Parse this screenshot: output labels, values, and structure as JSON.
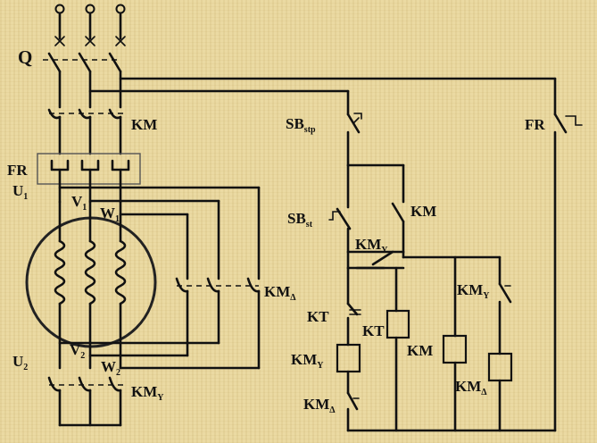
{
  "labels": {
    "q": "Q",
    "fr": "FR",
    "km": "KM",
    "u1": "U",
    "u1_sub": "1",
    "v1": "V",
    "v1_sub": "1",
    "w1": "W",
    "w1_sub": "1",
    "u2": "U",
    "u2_sub": "2",
    "v2": "V",
    "v2_sub": "2",
    "w2": "W",
    "w2_sub": "2",
    "km_delta_main": "KM",
    "km_delta_sub": "Δ",
    "km_y_main": "KM",
    "km_y_sub": "Y",
    "sb_stp": "SB",
    "sb_stp_sub": "stp",
    "fr_ctrl": "FR",
    "sb_st": "SB",
    "sb_st_sub": "st",
    "km_hold": "KM",
    "km_y_nc": "KM",
    "km_y_nc_sub": "Y",
    "km_y_right": "KM",
    "km_y_right_sub": "Y",
    "kt_contact": "KT",
    "kt_coil": "KT",
    "km_y_coil": "KM",
    "km_y_coil_sub": "Y",
    "km_coil": "KM",
    "km_delta_coil": "KM",
    "km_delta_coil_sub": "Δ",
    "km_delta_nc": "KM",
    "km_delta_nc_sub": "Δ"
  }
}
